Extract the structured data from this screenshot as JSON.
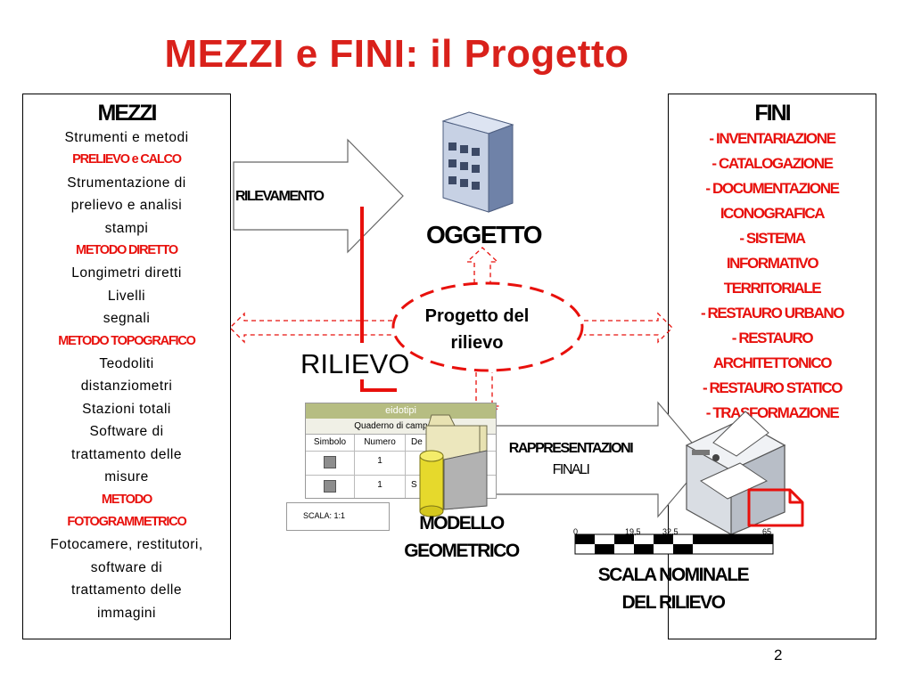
{
  "title": "MEZZI e FINI: il Progetto",
  "mezzi": {
    "heading": "MEZZI",
    "lines": [
      {
        "text": "Strumenti e metodi",
        "style": "b"
      },
      {
        "text": "PRELIEVO e CALCO",
        "style": "r"
      },
      {
        "text": "Strumentazione di",
        "style": "b"
      },
      {
        "text": "prelievo e analisi",
        "style": "b"
      },
      {
        "text": "stampi",
        "style": "b"
      },
      {
        "text": "METODO DIRETTO",
        "style": "r"
      },
      {
        "text": "Longimetri diretti",
        "style": "b"
      },
      {
        "text": "Livelli",
        "style": "b"
      },
      {
        "text": "segnali",
        "style": "b"
      },
      {
        "text": "METODO TOPOGRAFICO",
        "style": "r"
      },
      {
        "text": "Teodoliti",
        "style": "b"
      },
      {
        "text": "distanziometri",
        "style": "b"
      },
      {
        "text": "Stazioni totali",
        "style": "b"
      },
      {
        "text": "Software di",
        "style": "b"
      },
      {
        "text": "trattamento delle",
        "style": "b"
      },
      {
        "text": "misure",
        "style": "b"
      },
      {
        "text": "METODO",
        "style": "r"
      },
      {
        "text": "FOTOGRAMMETRICO",
        "style": "r"
      },
      {
        "text": "Fotocamere, restitutori,",
        "style": "b"
      },
      {
        "text": "software di",
        "style": "b"
      },
      {
        "text": "trattamento delle",
        "style": "b"
      },
      {
        "text": "immagini",
        "style": "b"
      }
    ]
  },
  "fini": {
    "heading": "FINI",
    "lines": [
      "- INVENTARIAZIONE",
      "- CATALOGAZIONE",
      "- DOCUMENTAZIONE",
      "ICONOGRAFICA",
      "- SISTEMA",
      "INFORMATIVO",
      "TERRITORIALE",
      "- RESTAURO URBANO",
      "- RESTAURO",
      "ARCHITETTONICO",
      "- RESTAURO STATICO",
      "- TRASFORMAZIONE"
    ]
  },
  "diagram": {
    "rilevamento": "RILEVAMENTO",
    "oggetto": "OGGETTO",
    "progetto": [
      "Progetto del",
      "rilievo"
    ],
    "rilievo": "RILIEVO",
    "rappresentazioni": [
      "RAPPRESENTAZIONI",
      "FINALI"
    ],
    "modello": [
      "MODELLO",
      "GEOMETRICO"
    ],
    "scala_nominale": [
      "SCALA NOMINALE",
      "DEL RILIEVO"
    ]
  },
  "eidotipi": {
    "header": "eidotipi",
    "subheader": "Quaderno di campagna",
    "columns": [
      "Simbolo",
      "Numero",
      "De"
    ],
    "rows": [
      {
        "numero": "1",
        "desc": ""
      },
      {
        "numero": "1",
        "desc": "S"
      }
    ]
  },
  "scala_box": "SCALA:  1:1",
  "scale_ticks": [
    "0",
    "19,5",
    "32,5",
    "65"
  ],
  "page_number": "2",
  "colors": {
    "accent": "#d9211b",
    "dashed": "#e8100c"
  }
}
